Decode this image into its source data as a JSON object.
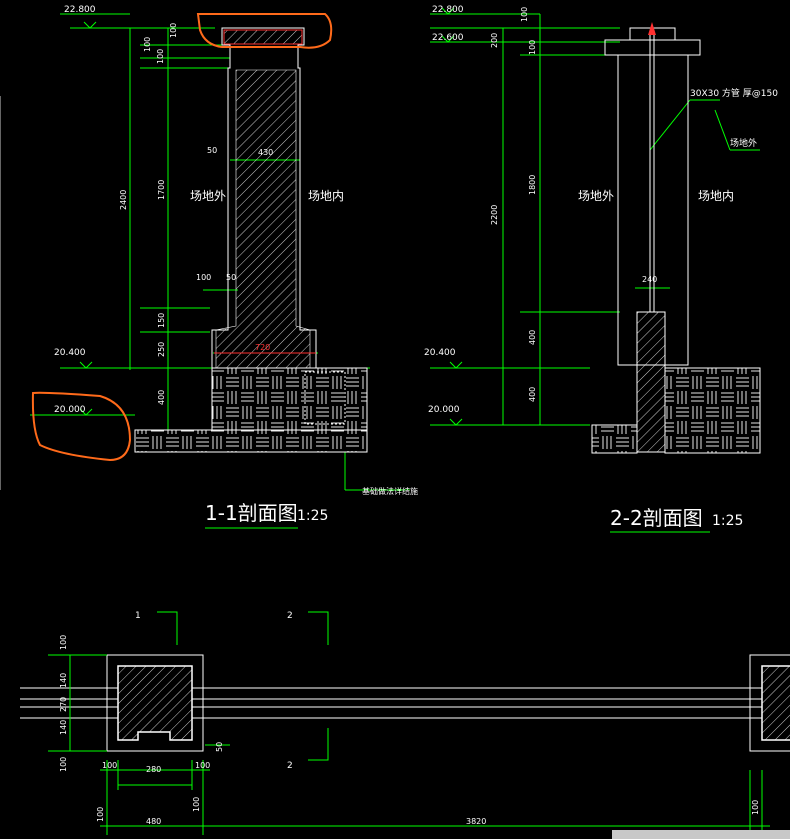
{
  "colors": {
    "background": "#000000",
    "dimension": "#00ff00",
    "outline": "#ffffff",
    "wall": "#ff3030",
    "markup": "#ff6a1a",
    "scrollbar": "#c8c8c8"
  },
  "section_1": {
    "title": "1-1剖面图",
    "scale": "1:25",
    "elev_top": "22.800",
    "elev_ground_out": "20.400",
    "elev_bottom": "20.000",
    "dim_total": "2400",
    "dim_mid": "1700",
    "dim_100a": "100",
    "dim_100b": "100",
    "dim_100c": "100",
    "dim_100d": "100",
    "dim_150": "150",
    "dim_250": "250",
    "dim_400": "400",
    "dim_50a": "50",
    "dim_50b": "50",
    "dim_430": "430",
    "dim_720": "720",
    "label_outside": "场地外",
    "label_inside": "场地内",
    "note": "基础做法详结施"
  },
  "section_2": {
    "title": "2-2剖面图",
    "scale": "1:25",
    "elev_top": "22.800",
    "elev_mid": "22.600",
    "elev_ground_out": "20.400",
    "elev_bottom": "20.000",
    "dim_200": "200",
    "dim_100": "100",
    "dim_2200": "2200",
    "dim_1800": "1800",
    "dim_400a": "400",
    "dim_400b": "400",
    "dim_240": "240",
    "spec": "30X30  方管  厚@150",
    "label_outside": "场地外",
    "label_inside": "场地内",
    "label_outside_callout": "场地外"
  },
  "plan": {
    "cut_1": "1",
    "cut_2_top": "2",
    "cut_2_bottom": "2",
    "dim_left_100_top": "100",
    "dim_left_140_top": "140",
    "dim_left_270": "270",
    "dim_left_140_bottom": "140",
    "dim_left_100_bottom": "100",
    "dim_50": "50",
    "dim_b_100a": "100",
    "dim_b_280": "280",
    "dim_b_100b": "100",
    "dim_b_100c": "100",
    "dim_b_480": "480",
    "dim_b_100d": "100",
    "dim_b_3820": "3820",
    "dim_b_100e": "100"
  }
}
